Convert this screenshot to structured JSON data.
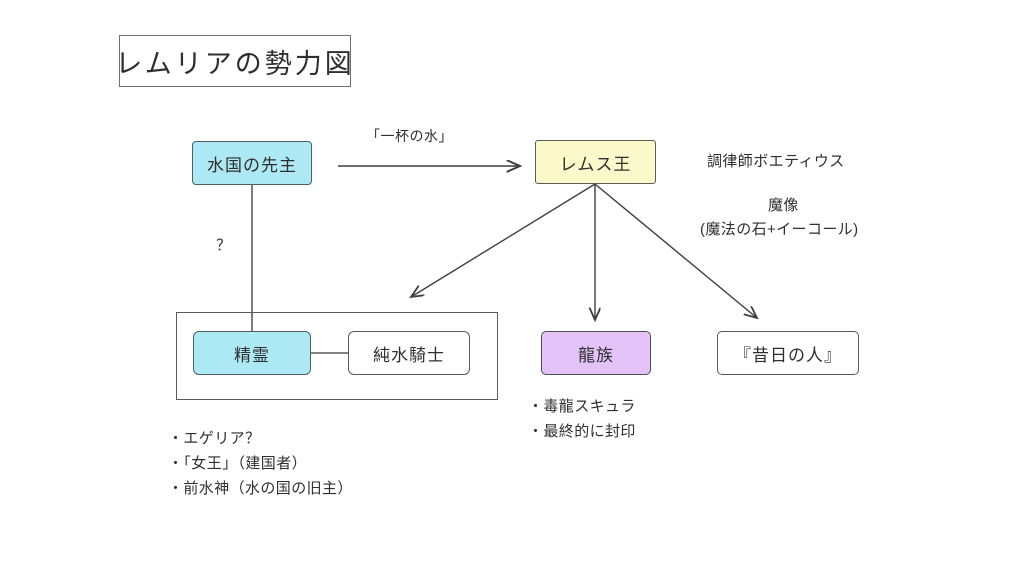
{
  "title": "レムリアの勢力図",
  "nodes": {
    "water_lord": {
      "label": "水国の先主",
      "color": "#ade9f5"
    },
    "king_remus": {
      "label": "レムス王",
      "color": "#fbf8c9"
    },
    "spirit": {
      "label": "精霊",
      "color": "#ade9f5"
    },
    "pure_water_knight": {
      "label": "純水騎士",
      "color": "#ffffff"
    },
    "dragon_clan": {
      "label": "龍族",
      "color": "#e3c2f7"
    },
    "ancients": {
      "label": "『昔日の人』",
      "color": "#ffffff"
    }
  },
  "edge_labels": {
    "cup_of_water": "「一杯の水」",
    "question": "？"
  },
  "side_notes": {
    "boethius": "調律師ボエティウス",
    "golem": "魔像",
    "golem_sub_prefix": "(魔法の石+",
    "golem_sub_highlight": "イーコール)"
  },
  "bullets": {
    "spirit": [
      "・エゲリア？",
      "・「女王」（建国者）",
      "・前水神（水の国の旧主）"
    ],
    "dragon": [
      "・毒龍スキュラ",
      "・最終的に封印"
    ]
  },
  "colors": {
    "highlight": "#f8b182",
    "stroke": "#5a5a5a",
    "text": "#2f2f2f",
    "background": "#ffffff"
  }
}
